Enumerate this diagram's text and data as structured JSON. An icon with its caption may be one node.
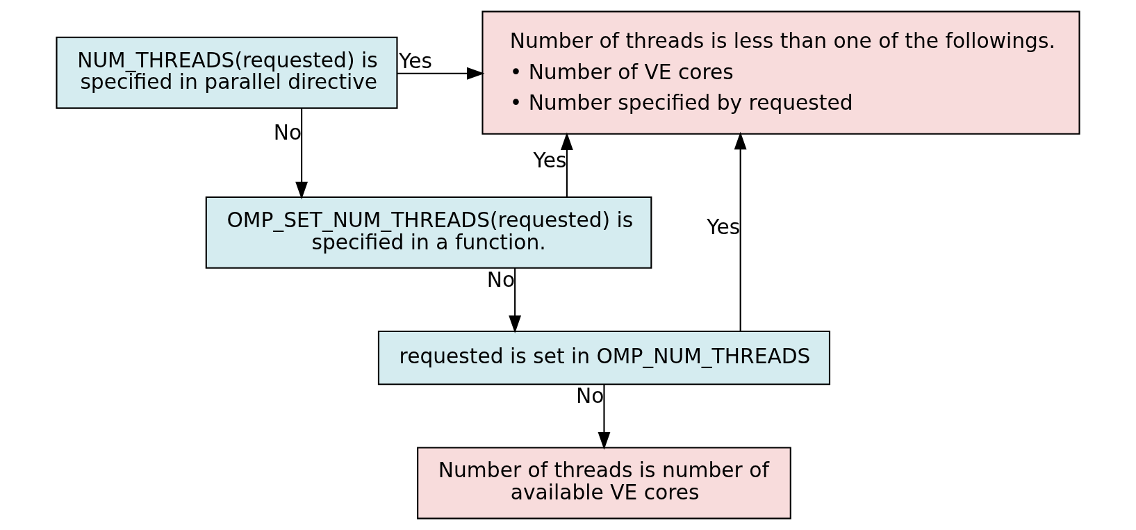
{
  "diagram": {
    "nodes": [
      {
        "text": [
          "NUM_THREADS(requested) is specified in parallel directive"
        ]
      },
      {
        "text": [
          "Number of threads is less than one of the followings.",
          "• Number of VE cores",
          "• Number specified by requested"
        ]
      },
      {
        "text": [
          "OMP_SET_NUM_THREADS(requested) is specified in a function."
        ]
      },
      {
        "text": [
          "requested is set in OMP_NUM_THREADS"
        ]
      },
      {
        "text": [
          "Number of threads is number of available VE cores"
        ]
      }
    ],
    "edges": [
      {
        "from": 0,
        "to": 1,
        "arrow": "to",
        "label": "Yes"
      },
      {
        "from": 0,
        "to": 2,
        "arrow": "to",
        "label": "No"
      },
      {
        "from": 2,
        "to": 1,
        "arrow": "to",
        "label": "Yes"
      },
      {
        "from": 2,
        "to": 3,
        "arrow": "to",
        "label": "No"
      },
      {
        "from": 3,
        "to": 1,
        "arrow": "to",
        "label": "Yes"
      },
      {
        "from": 3,
        "to": 4,
        "arrow": "to",
        "label": "No"
      }
    ]
  }
}
